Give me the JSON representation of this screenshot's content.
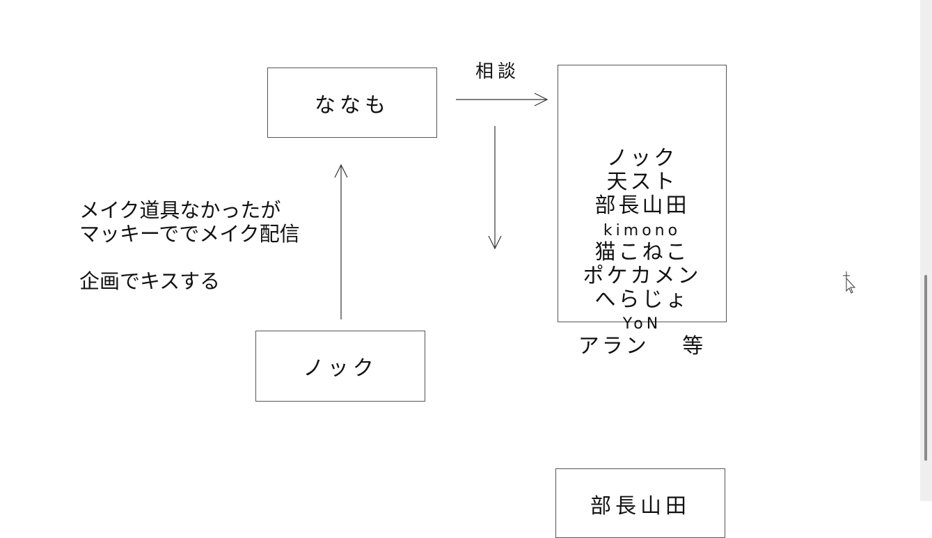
{
  "diagram": {
    "box_nanamo": "ななも",
    "box_knock": "ノック",
    "edge_label_consult": "相談",
    "note_lines": [
      "メイク道具なかったが",
      "マッキーででメイク配信",
      "企画でキスする"
    ],
    "list_items": [
      "ノック",
      "天スト",
      "部長山田",
      "kimono",
      "猫こねこ",
      "ポケカメン",
      "へらじょ",
      "YoN",
      "アラン　 等"
    ],
    "bottom_box": "部長山田"
  }
}
